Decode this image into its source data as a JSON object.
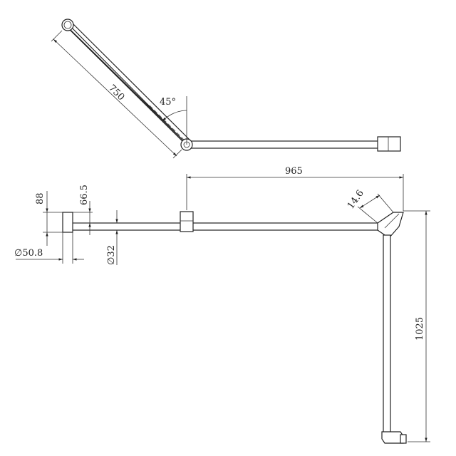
{
  "drawing": {
    "top_view": {
      "length_label": "750",
      "angle_label": "45°"
    },
    "front_view": {
      "width_label": "965",
      "height_label": "1025",
      "offset_label": "14.6",
      "projection_label": "88",
      "projection_inner_label": "66.5",
      "flange_dia_label": "∅50.8",
      "tube_dia_label": "∅32"
    }
  }
}
